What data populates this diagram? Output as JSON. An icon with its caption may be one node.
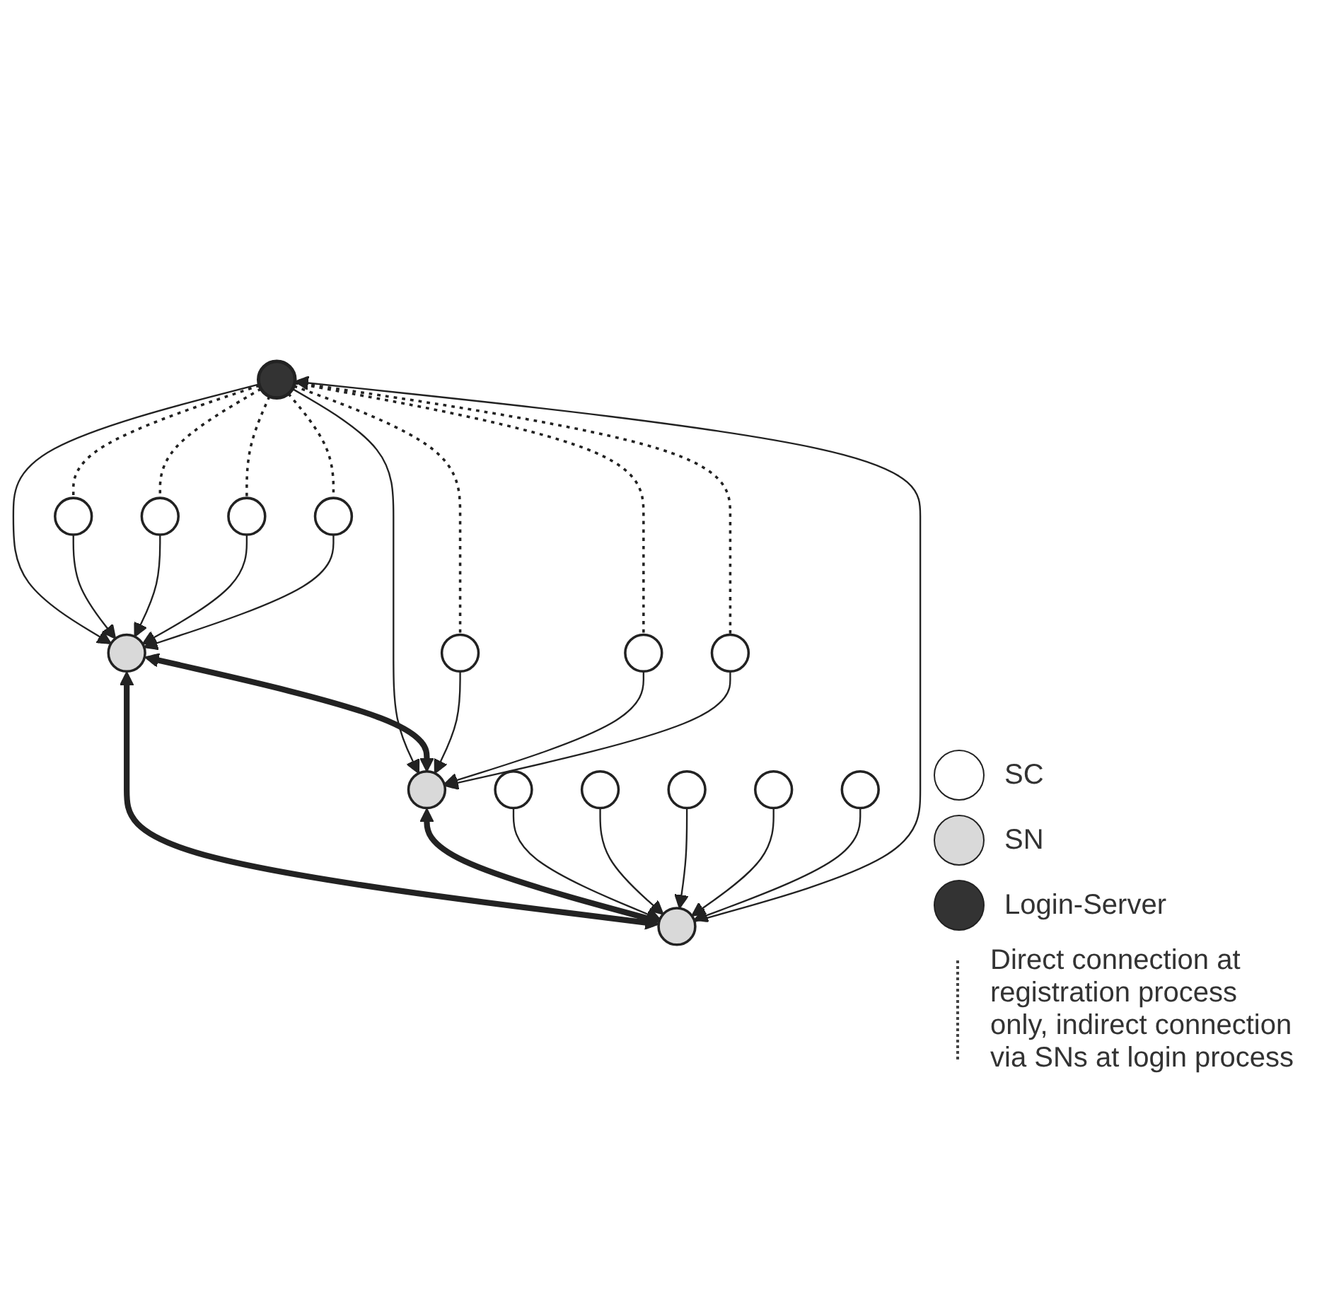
{
  "diagram": {
    "nodes": [
      {
        "text": [],
        "shape": "circle"
      },
      {
        "text": [],
        "shape": "circle"
      },
      {
        "text": [],
        "shape": "circle"
      },
      {
        "text": [],
        "shape": "circle"
      },
      {
        "text": [],
        "shape": "circle"
      },
      {
        "text": [],
        "shape": "circle"
      },
      {
        "text": [],
        "shape": "circle"
      },
      {
        "text": [],
        "shape": "circle"
      },
      {
        "text": [],
        "shape": "circle"
      },
      {
        "text": [],
        "shape": "circle"
      },
      {
        "text": [],
        "shape": "circle"
      },
      {
        "text": [],
        "shape": "circle"
      },
      {
        "text": [],
        "shape": "circle"
      },
      {
        "text": [],
        "shape": "circle"
      },
      {
        "text": [],
        "shape": "circle"
      },
      {
        "text": [],
        "shape": "circle"
      }
    ],
    "edges": [
      {
        "from": 0,
        "to": 1,
        "arrow": "to"
      },
      {
        "from": 0,
        "to": 2,
        "arrow": "to"
      },
      {
        "from": 3,
        "to": 0,
        "arrow": "to"
      },
      {
        "from": 1,
        "to": 2,
        "arrow": "both",
        "style": "thick"
      },
      {
        "from": 1,
        "to": 3,
        "arrow": "both",
        "style": "thick"
      },
      {
        "from": 2,
        "to": 3,
        "arrow": "both",
        "style": "thick"
      },
      {
        "from": 4,
        "to": 1,
        "arrow": "to"
      },
      {
        "from": 5,
        "to": 1,
        "arrow": "to"
      },
      {
        "from": 6,
        "to": 1,
        "arrow": "to"
      },
      {
        "from": 7,
        "to": 1,
        "arrow": "to"
      },
      {
        "from": 8,
        "to": 2,
        "arrow": "to"
      },
      {
        "from": 9,
        "to": 2,
        "arrow": "to"
      },
      {
        "from": 10,
        "to": 2,
        "arrow": "to"
      },
      {
        "from": 11,
        "to": 3,
        "arrow": "to"
      },
      {
        "from": 12,
        "to": 3,
        "arrow": "to"
      },
      {
        "from": 13,
        "to": 3,
        "arrow": "to"
      },
      {
        "from": 14,
        "to": 3,
        "arrow": "to"
      },
      {
        "from": 15,
        "to": 3,
        "arrow": "to"
      },
      {
        "from": 0,
        "to": 4,
        "arrow": "none",
        "style": "dashed"
      },
      {
        "from": 0,
        "to": 5,
        "arrow": "none",
        "style": "dashed"
      },
      {
        "from": 0,
        "to": 6,
        "arrow": "none",
        "style": "dashed"
      },
      {
        "from": 0,
        "to": 7,
        "arrow": "none",
        "style": "dashed"
      },
      {
        "from": 0,
        "to": 8,
        "arrow": "none",
        "style": "dashed"
      },
      {
        "from": 0,
        "to": 9,
        "arrow": "none",
        "style": "dashed"
      },
      {
        "from": 0,
        "to": 10,
        "arrow": "none",
        "style": "dashed"
      }
    ],
    "legend": [
      {
        "text": "SC",
        "color": "#ffffff"
      },
      {
        "text": "SN",
        "color": "#d9d9d9"
      },
      {
        "text": "Login-Server",
        "color": "#333333"
      },
      {
        "text": "Direct connection at registration process only, indirect connection via SNs at login process"
      }
    ]
  }
}
